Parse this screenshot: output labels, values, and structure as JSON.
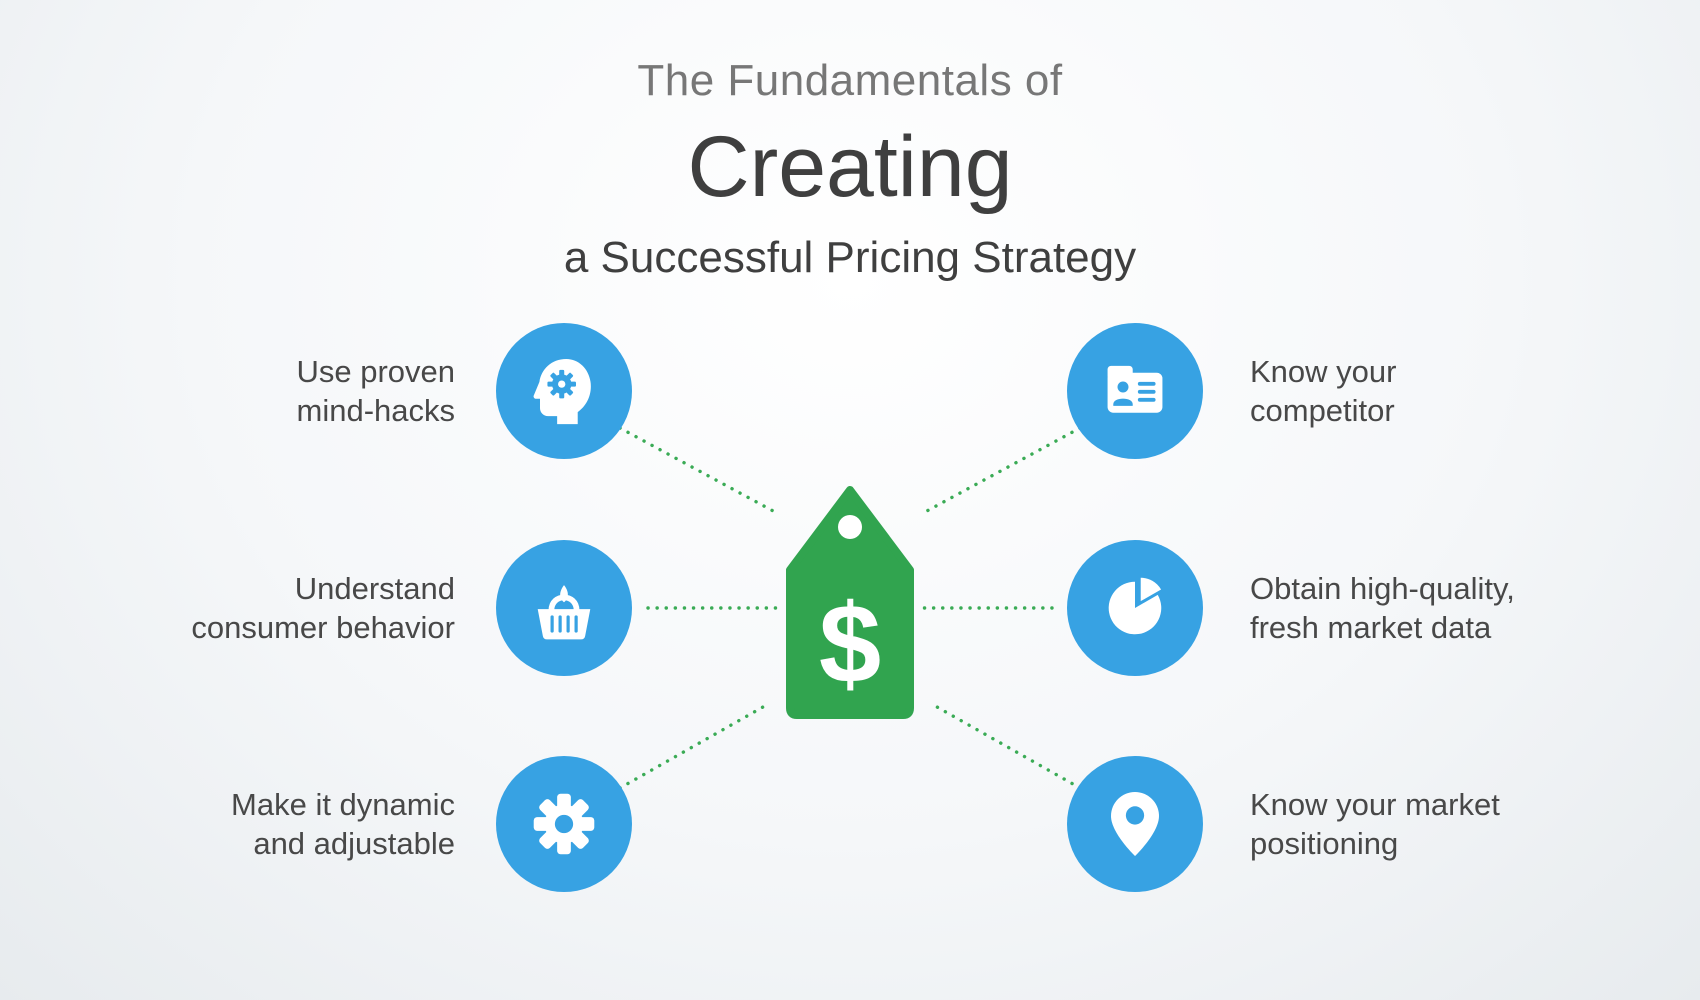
{
  "title": {
    "line1": "The Fundamentals of",
    "line2": "Creating",
    "line3": "a Successful Pricing Strategy"
  },
  "center": {
    "icon": "price-tag-icon",
    "symbol": "$"
  },
  "items": [
    {
      "line1": "Use proven",
      "line2": "mind-hacks",
      "icon": "head-gear-icon",
      "side": "left"
    },
    {
      "line1": "Understand",
      "line2": "consumer behavior",
      "icon": "shopping-basket-icon",
      "side": "left"
    },
    {
      "line1": "Make it dynamic",
      "line2": "and adjustable",
      "icon": "gear-icon",
      "side": "left"
    },
    {
      "line1": "Know your",
      "line2": "competitor",
      "icon": "contact-card-icon",
      "side": "right"
    },
    {
      "line1": "Obtain high-quality,",
      "line2": "fresh market data",
      "icon": "pie-chart-icon",
      "side": "right"
    },
    {
      "line1": "Know your market",
      "line2": "positioning",
      "icon": "map-pin-icon",
      "side": "right"
    }
  ],
  "colors": {
    "accent_blue": "#37a2e3",
    "accent_green": "#31a44f",
    "dotted_line_green": "#3aab55",
    "title_light": "#777777",
    "text_dark": "#3f3f3f",
    "label_text": "#484848"
  }
}
